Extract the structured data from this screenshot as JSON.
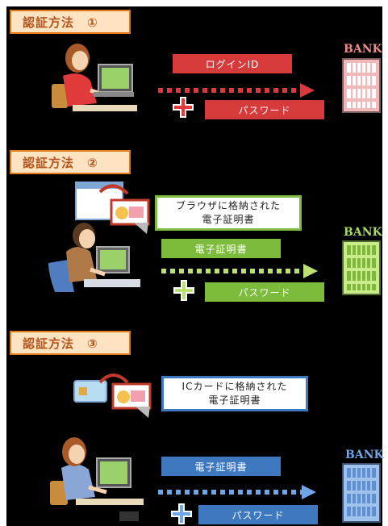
{
  "sections": [
    {
      "title": "認証方法　①",
      "items": [
        "ログインID",
        "パスワード"
      ],
      "bank": "BANK",
      "colors": {
        "box": "#d63a3a",
        "arrow": "#d63a3a",
        "bank": "#f0b8b8",
        "cross": "#e23838"
      }
    },
    {
      "title": "認証方法　②",
      "note": [
        "ブラウザに格納された",
        "電子証明書"
      ],
      "items": [
        "電子証明書",
        "パスワード"
      ],
      "bank": "BANK",
      "colors": {
        "box": "#7dbb3c",
        "arrow": "#b9e070",
        "bank": "#c9ec8a",
        "cross": "#b9e070"
      }
    },
    {
      "title": "認証方法　③",
      "note": [
        "ICカードに格納された",
        "電子証明書"
      ],
      "items": [
        "電子証明書",
        "パスワード"
      ],
      "bank": "BANK",
      "colors": {
        "box": "#3e78bf",
        "arrow": "#6fa6e6",
        "bank": "#9fc2ec",
        "cross": "#6fa6e6"
      }
    }
  ]
}
